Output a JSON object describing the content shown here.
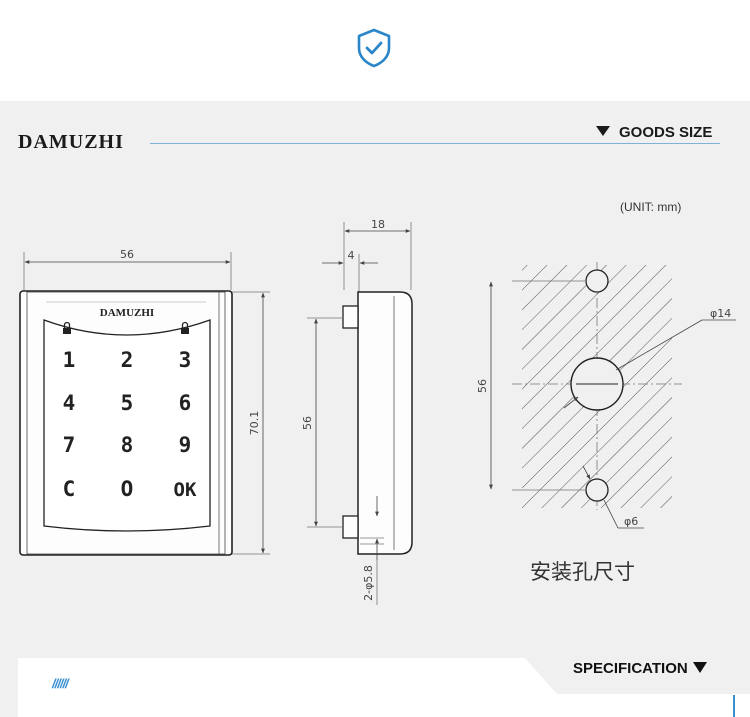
{
  "brand": "DAMUZHI",
  "section_title": "GOODS SIZE",
  "unit_label": "(UNIT:  mm)",
  "footer_title": "SPECIFICATION",
  "footer_stripes": "//////",
  "caption": "安装孔尺寸",
  "device": {
    "logo": "DAMUZHI",
    "keys": [
      "1",
      "2",
      "3",
      "4",
      "5",
      "6",
      "7",
      "8",
      "9",
      "C",
      "O",
      "OK"
    ]
  },
  "dimensions": {
    "front_width": "56",
    "front_height": "70.1",
    "side_depth": "18",
    "side_step": "4",
    "side_hole_spacing": "56",
    "side_hole_dia": "2-φ5.8",
    "install_spacing": "56",
    "large_hole_dia": "φ14",
    "small_hole_dia": "φ6"
  },
  "colors": {
    "accent_blue": "#3a8fd0",
    "panel_bg": "#f0f0f0",
    "line_blue": "#7fb3d6"
  }
}
